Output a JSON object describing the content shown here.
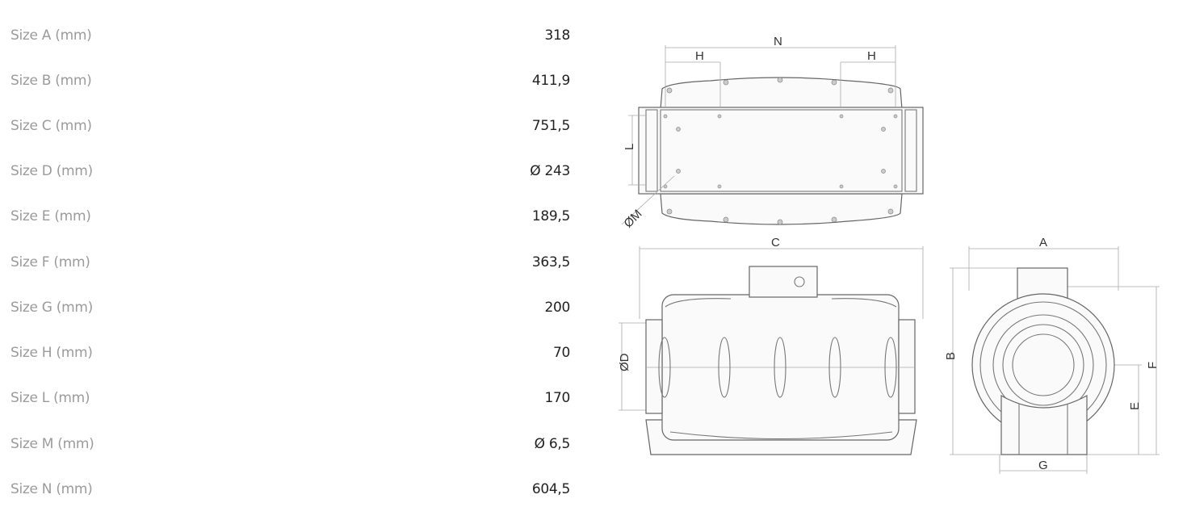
{
  "specs": [
    {
      "label": "Size A (mm)",
      "value": "318"
    },
    {
      "label": "Size B (mm)",
      "value": "411,9"
    },
    {
      "label": "Size C (mm)",
      "value": "751,5"
    },
    {
      "label": "Size D (mm)",
      "value": "Ø 243"
    },
    {
      "label": "Size E (mm)",
      "value": "189,5"
    },
    {
      "label": "Size F (mm)",
      "value": "363,5"
    },
    {
      "label": "Size G (mm)",
      "value": "200"
    },
    {
      "label": "Size H (mm)",
      "value": "70"
    },
    {
      "label": "Size L (mm)",
      "value": "170"
    },
    {
      "label": "Size M (mm)",
      "value": "Ø 6,5"
    },
    {
      "label": "Size N (mm)",
      "value": "604,5"
    }
  ],
  "diagram": {
    "labels": {
      "N": "N",
      "H": "H",
      "L": "L",
      "M": "ØM",
      "C": "C",
      "D": "ØD",
      "A": "A",
      "B": "B",
      "F": "F",
      "E": "E",
      "G": "G"
    }
  }
}
